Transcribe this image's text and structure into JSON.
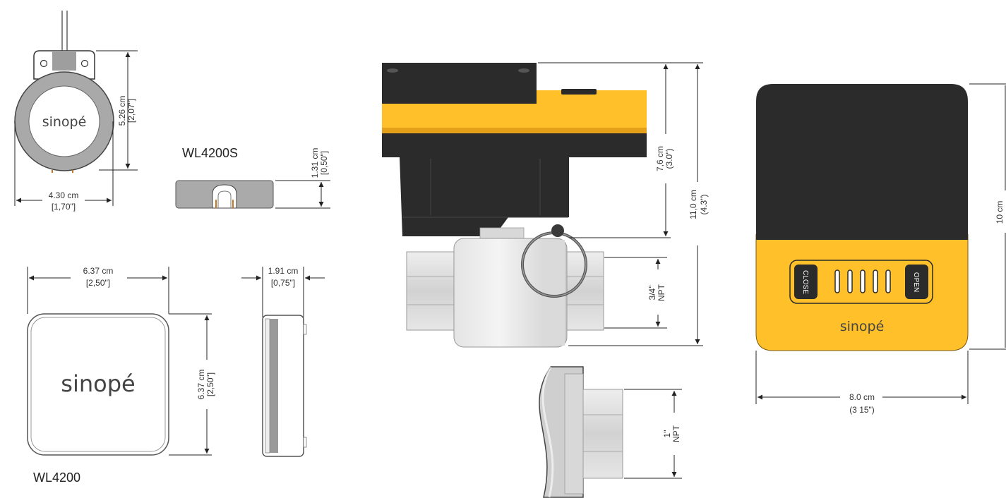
{
  "models": {
    "sensor": "WL4200",
    "sensor_s": "WL4200S"
  },
  "wl4200s": {
    "logo": "sinopé",
    "height_cm": "5.26 cm",
    "height_in": "[2,07\"]",
    "width_cm": "4.30 cm",
    "width_in": "[1,70\"]",
    "thickness_cm": "1.31 cm",
    "thickness_in": "[0,50\"]"
  },
  "wl4200": {
    "logo": "sinopé",
    "width_cm": "6.37 cm",
    "width_in": "[2,50\"]",
    "height_cm": "6.37 cm",
    "height_in": "[2,50\"]",
    "depth_cm": "1.91 cm",
    "depth_in": "[0,75\"]"
  },
  "valve": {
    "actuator_height_cm": "7,6 cm",
    "actuator_height_in": "(3.0\")",
    "total_height_cm": "11,0 cm",
    "total_height_in": "(4.3\")",
    "pipe_size": "3/4\"",
    "pipe_size_unit": "NPT",
    "alt_pipe_size": "1\"",
    "alt_pipe_size_unit": "NPT"
  },
  "controller": {
    "close_label": "CLOSE",
    "open_label": "OPEN",
    "logo": "sinopé",
    "width_cm": "8.0 cm",
    "width_in": "(3 15\")",
    "height_cm": "10 cm"
  },
  "colors": {
    "yellow": "#FFC02A",
    "black": "#2D2D2D",
    "silver": "#D6D6D6",
    "grey_body": "#A8A8A8"
  }
}
